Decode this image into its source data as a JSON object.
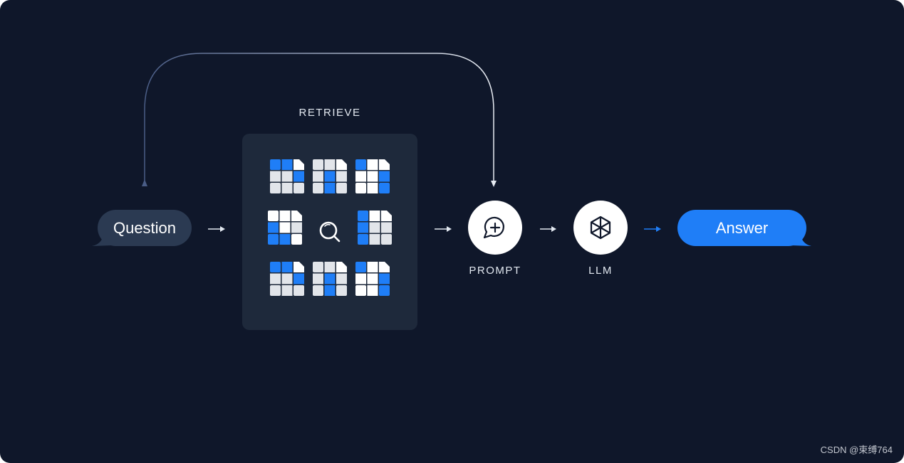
{
  "diagram": {
    "question_label": "Question",
    "retrieve_label": "RETRIEVE",
    "prompt_label": "PROMPT",
    "llm_label": "LLM",
    "answer_label": "Answer"
  },
  "watermark": "CSDN @束缚764",
  "colors": {
    "background": "#0f172a",
    "panel": "#1e293b",
    "question_bubble": "#2b3a52",
    "answer_bubble": "#1f7ef7",
    "doc_blue": "#1f7ef7",
    "doc_light": "#e2e5ea",
    "arrow": "#e2e8f0"
  },
  "icons": {
    "prompt": "chat-plus-icon",
    "llm": "hexagon-cube-icon",
    "retrieve_center": "magnifier-icon"
  }
}
